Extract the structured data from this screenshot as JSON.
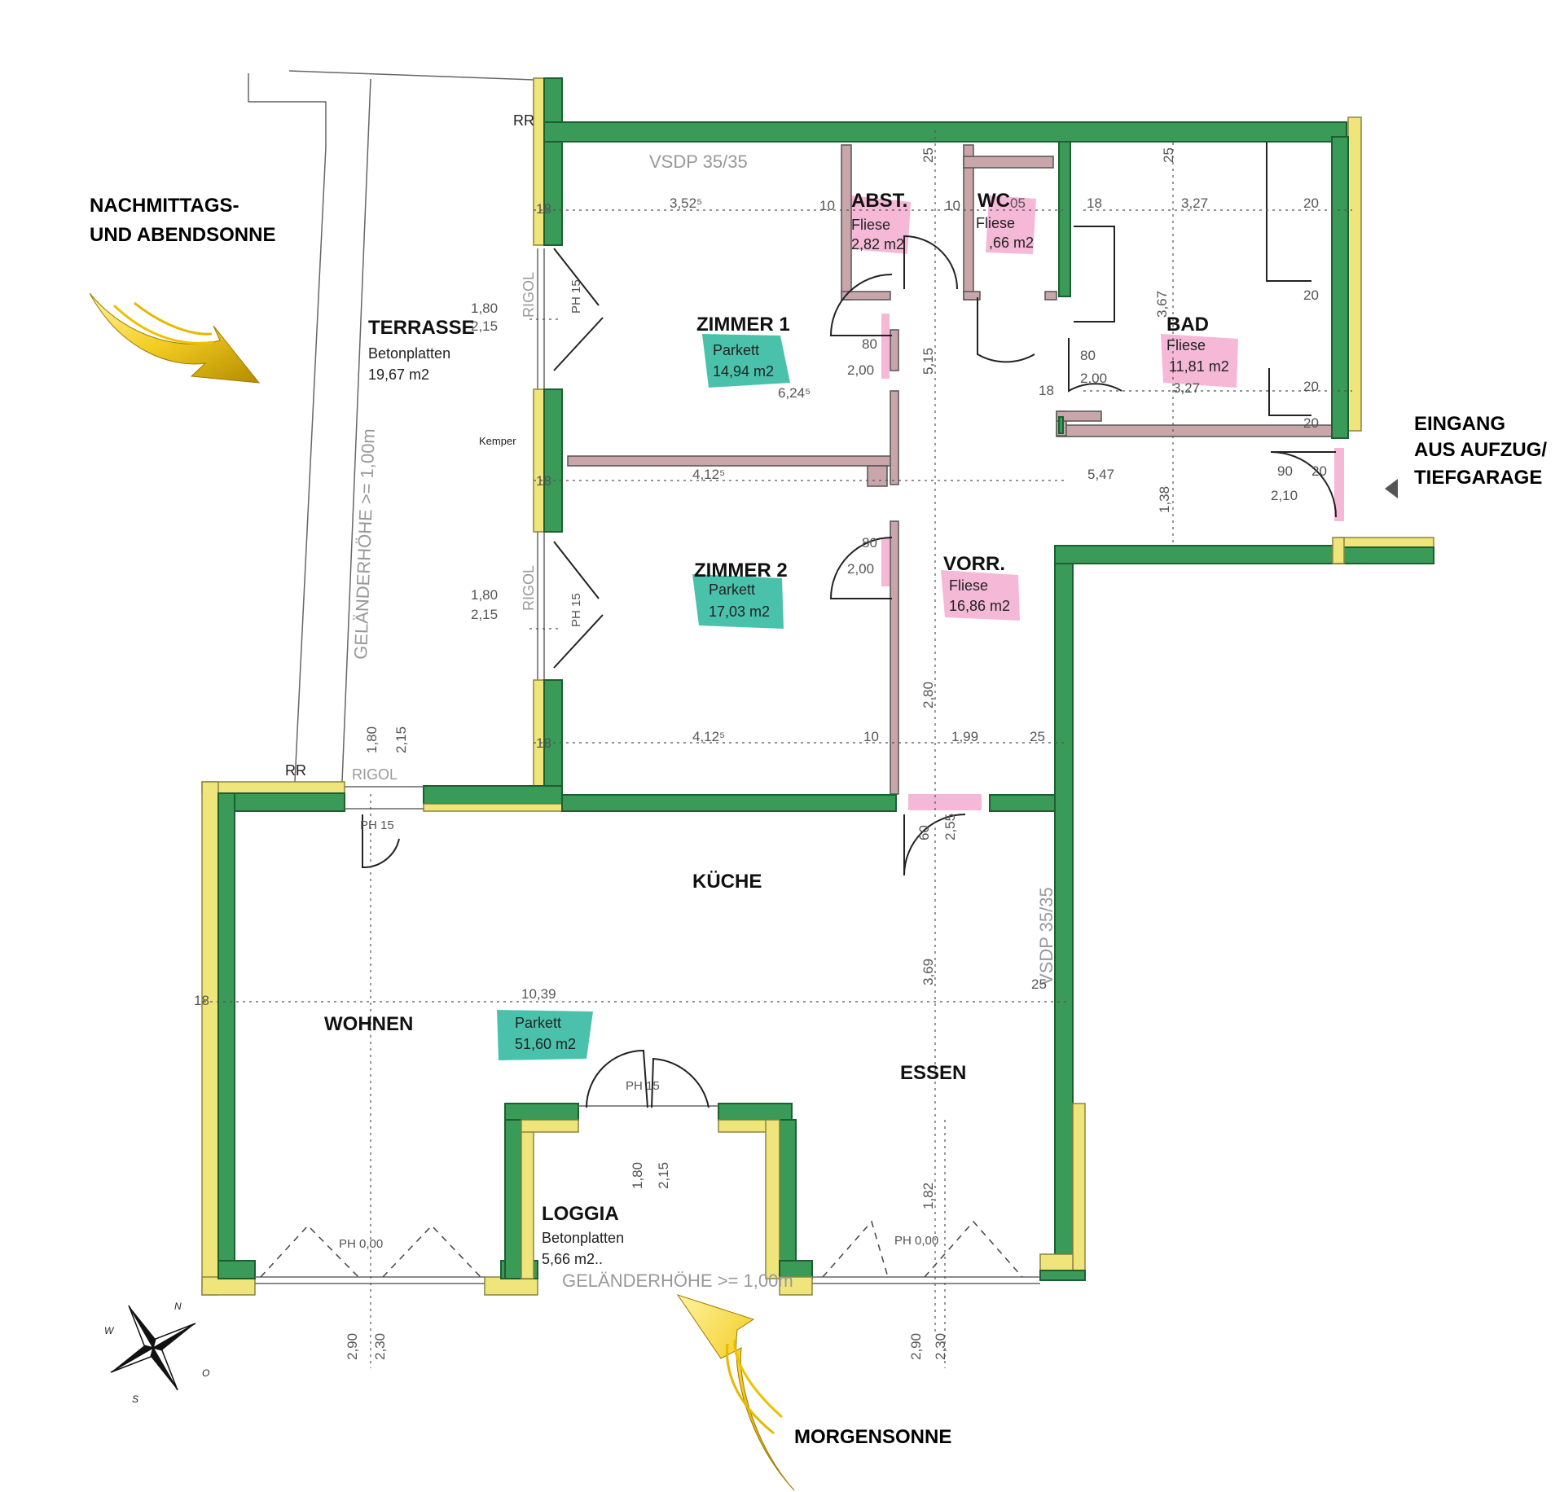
{
  "rooms": {
    "terrasse": {
      "name": "TERRASSE",
      "material": "Betonplatten",
      "area": "19,67 m2"
    },
    "zimmer1": {
      "name": "ZIMMER 1",
      "material": "Parkett",
      "area": "14,94 m2"
    },
    "zimmer2": {
      "name": "ZIMMER 2",
      "material": "Parkett",
      "area": "17,03 m2"
    },
    "abst": {
      "name": "ABST.",
      "material": "Fliese",
      "area": "2,82 m2"
    },
    "wc": {
      "name": "WC",
      "material": "Fliese",
      "area": ",66 m2"
    },
    "bad": {
      "name": "BAD",
      "material": "Fliese",
      "area": "11,81 m2"
    },
    "vorr": {
      "name": "VORR.",
      "material": "Fliese",
      "area": "16,86 m2"
    },
    "kueche": {
      "name": "KÜCHE"
    },
    "wohnen": {
      "name": "WOHNEN",
      "material": "Parkett",
      "area": "51,60 m2"
    },
    "essen": {
      "name": "ESSEN"
    },
    "loggia": {
      "name": "LOGGIA",
      "material": "Betonplatten",
      "area": "5,66 m2.."
    }
  },
  "annotations": {
    "afternoon_sun_line1": "NACHMITTAGS-",
    "afternoon_sun_line2": "UND ABENDSONNE",
    "entrance_line1": "EINGANG",
    "entrance_line2": "AUS AUFZUG/",
    "entrance_line3": "TIEFGARAGE",
    "morning_sun": "MORGENSONNE"
  },
  "plan_labels": {
    "vsdp_top": "VSDP 35/35",
    "vsdp_right": "VSDP 35/35",
    "railing_terrace": "GELÄNDERHÖHE >= 1,00m",
    "railing_loggia": "GELÄNDERHÖHE >= 1,00m",
    "rigol_1": "RIGOL",
    "rigol_2": "RIGOL",
    "rigol_3": "RIGOL",
    "kemper": "Kemper",
    "rr_top": "RR",
    "rr_bottom": "RR",
    "ph_terrace_1": "PH 15",
    "ph_terrace_2": "PH 15",
    "ph_terrace_3": "PH 15",
    "ph_loggia": "PH 15",
    "ph_wohnen": "PH 0,00",
    "ph_essen": "PH 0,00"
  },
  "dimensions": {
    "z1_width": "3,52⁵",
    "z1_diag": "6,24⁵",
    "z2_width_top": "4,12⁵",
    "z2_width_bottom": "4,12⁵",
    "bad_width": "3,27",
    "bad_width_2": "3,27",
    "bad_height": "3,67",
    "vorr_width": "5,47",
    "vorr_1_99": "1,99",
    "wohnen_width": "10,39",
    "essen_height": "3,69",
    "height_5_15": "5,15",
    "height_2_80": "2,80",
    "height_1_82": "1,82",
    "height_1_38": "1,38",
    "window_180": "1,80",
    "window_215": "2,15",
    "door_80": "80",
    "door_200": "2,00",
    "door_90": "90",
    "door_210": "2,10",
    "door_60": "60",
    "door_255": "2,55",
    "sill_290": "2,90",
    "sill_230": "2,30",
    "n18": "18",
    "n10": "10",
    "n20": "20",
    "n25": "25",
    "n05": "05"
  },
  "compass": {
    "n": "N",
    "w": "W",
    "o": "O",
    "s": "S"
  },
  "colors": {
    "wall_green": "#3a9a58",
    "wall_yellow": "#efe57a",
    "highlight_green": "#2ab79c",
    "highlight_pink": "#f2a6cd",
    "sun_arrow": "#d9b000"
  }
}
